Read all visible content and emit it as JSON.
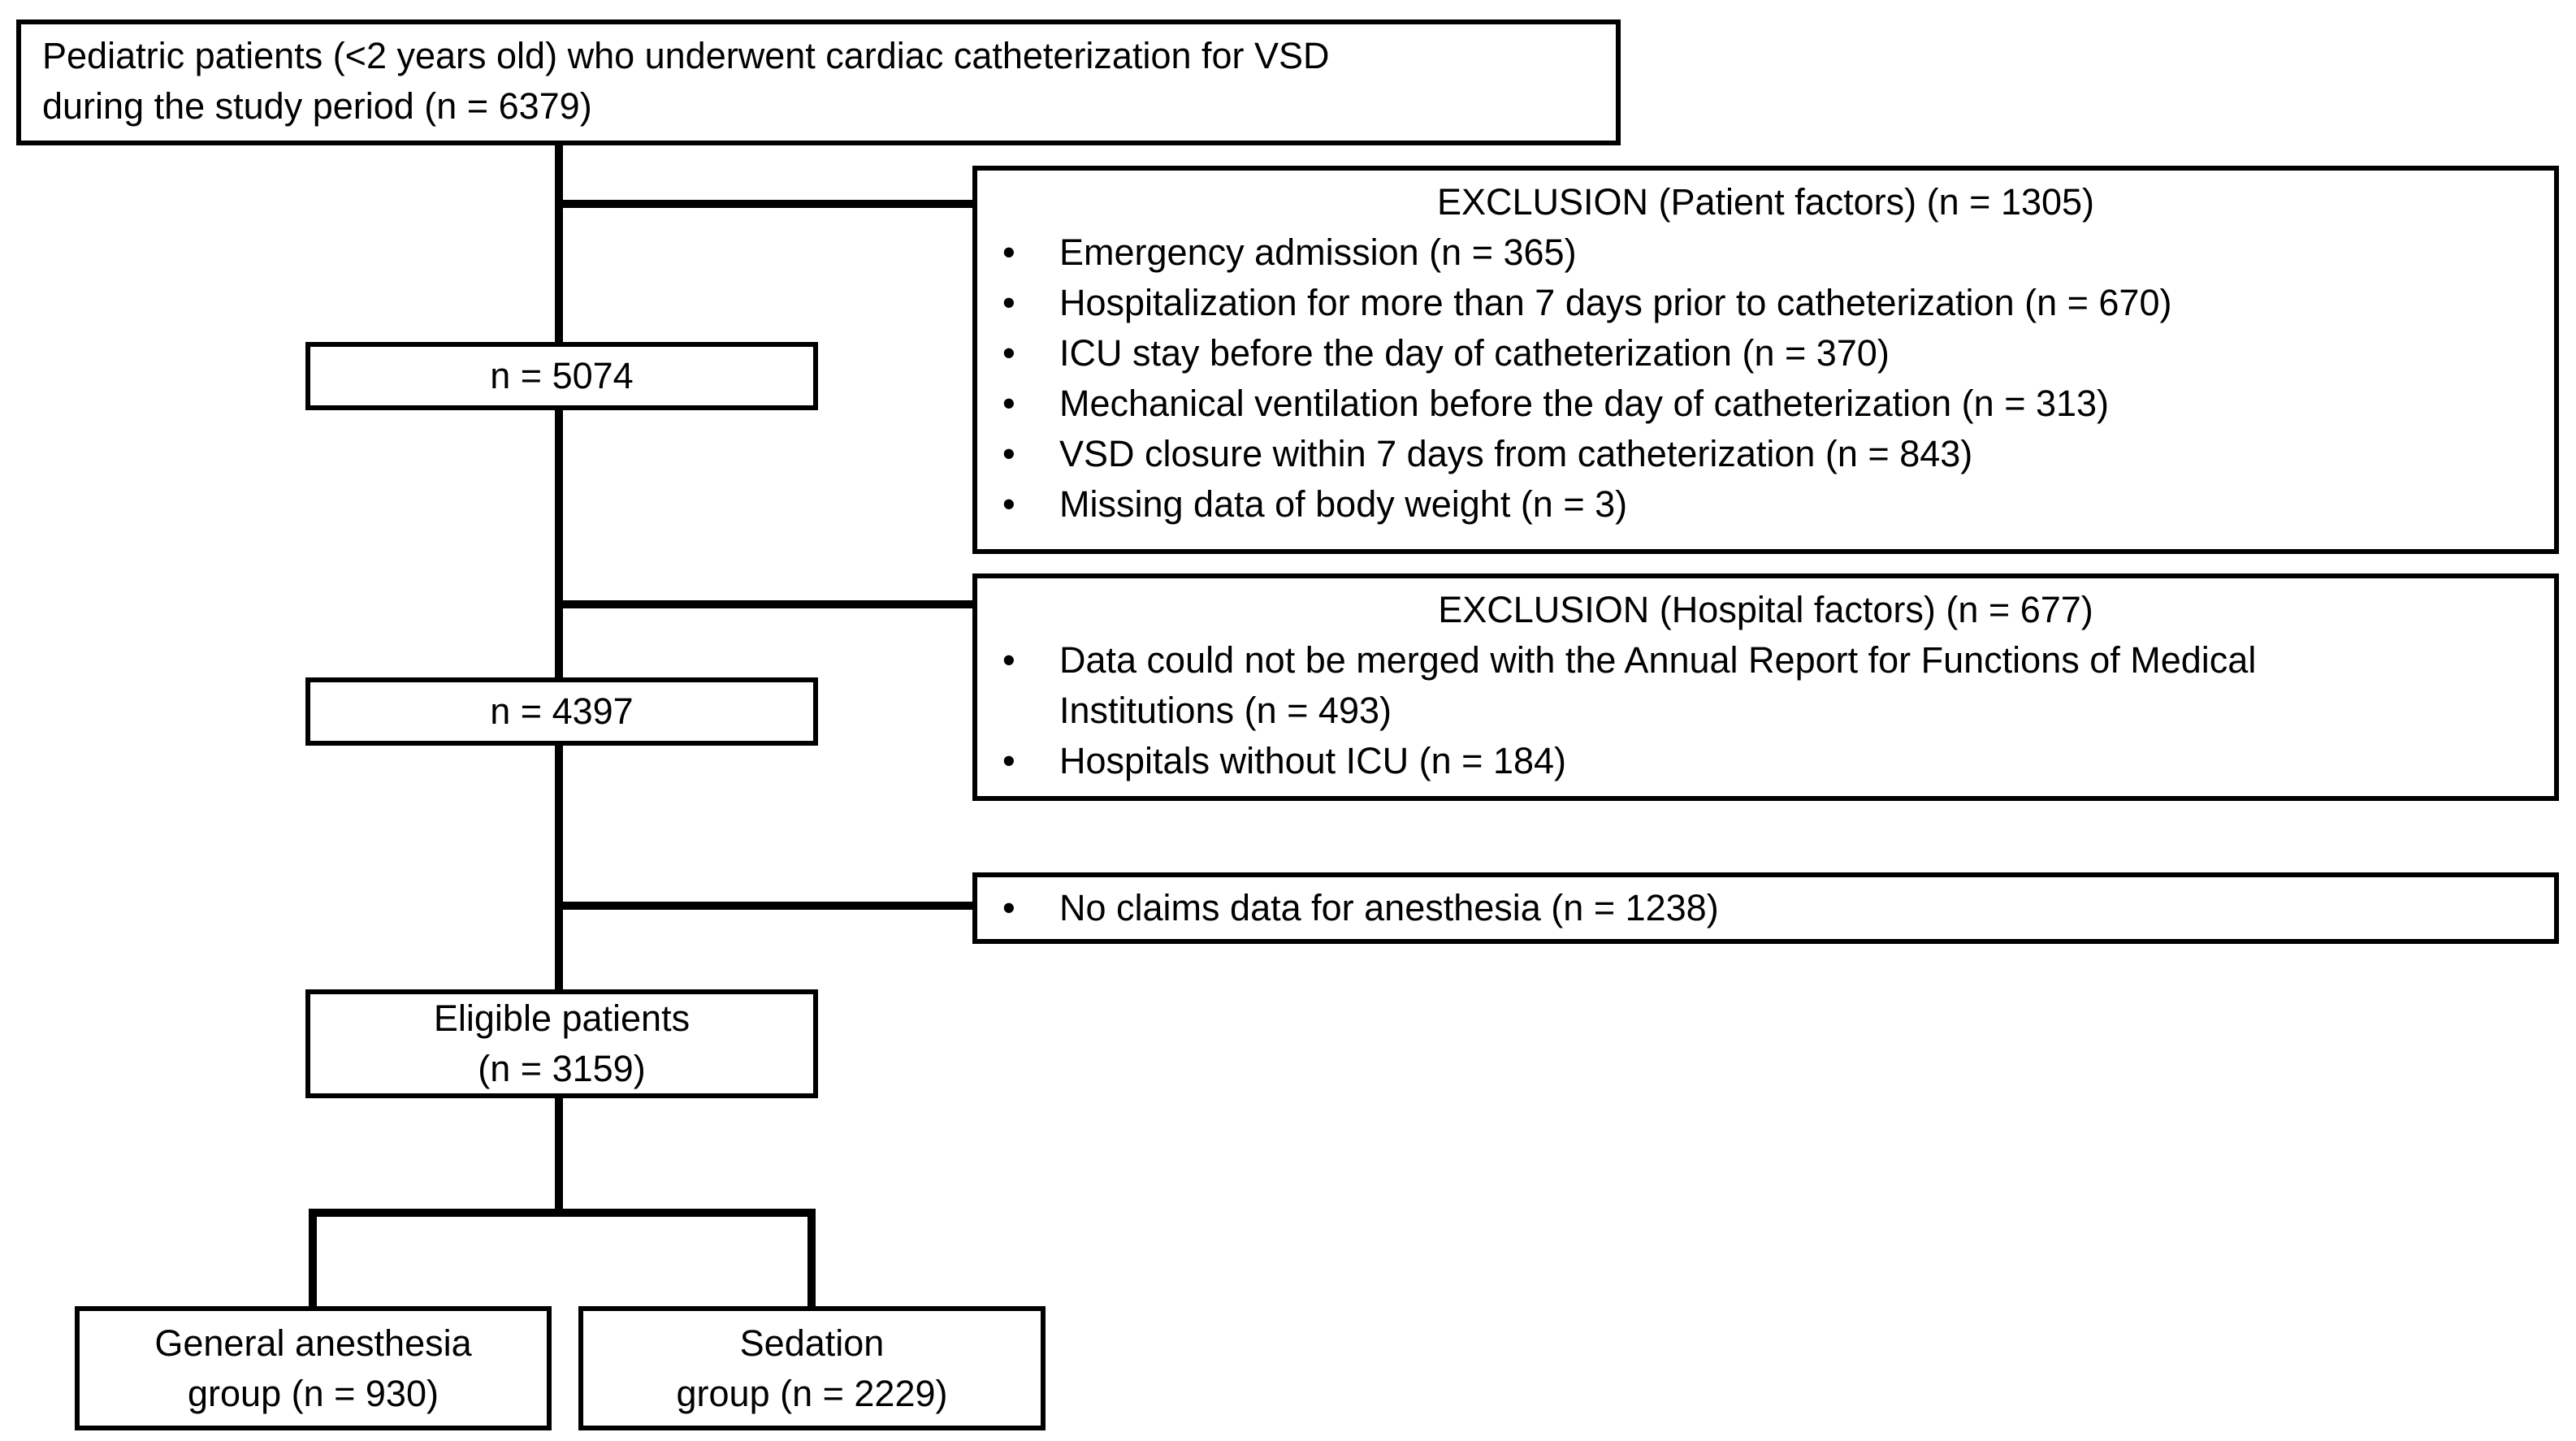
{
  "colors": {
    "line": "#000000",
    "background": "#ffffff"
  },
  "figure": {
    "top_box": {
      "lines": [
        "Pediatric patients (<2 years old) who underwent cardiac catheterization for VSD",
        "during the study period (n = 6379)"
      ]
    },
    "exclusion_patient": {
      "title": "EXCLUSION (Patient factors) (n = 1305)",
      "items": [
        {
          "lines": [
            "Emergency admission (n = 365)"
          ]
        },
        {
          "lines": [
            "Hospitalization for more than 7 days prior to catheterization (n = 670)"
          ]
        },
        {
          "lines": [
            "ICU stay before the day of catheterization (n = 370)"
          ]
        },
        {
          "lines": [
            "Mechanical ventilation before the day of catheterization (n = 313)"
          ]
        },
        {
          "lines": [
            "VSD closure within 7 days from catheterization (n = 843)"
          ]
        },
        {
          "lines": [
            "Missing data of body weight (n = 3)"
          ]
        }
      ]
    },
    "n_after_patient": "n = 5074",
    "exclusion_hospital": {
      "title": "EXCLUSION (Hospital factors) (n = 677)",
      "items": [
        {
          "lines": [
            "Data could not be merged with the Annual Report for Functions of Medical",
            "Institutions (n = 493)"
          ]
        },
        {
          "lines": [
            "Hospitals without ICU (n = 184)"
          ]
        }
      ]
    },
    "n_after_hospital": "n = 4397",
    "exclusion_claims": {
      "items": [
        {
          "lines": [
            "No claims data for anesthesia (n = 1238)"
          ]
        }
      ]
    },
    "eligible_box": {
      "lines": [
        "Eligible patients",
        "(n = 3159)"
      ]
    },
    "group_left": {
      "lines": [
        "General anesthesia",
        "group (n = 930)"
      ]
    },
    "group_right": {
      "lines": [
        "Sedation",
        "group (n = 2229)"
      ]
    }
  }
}
